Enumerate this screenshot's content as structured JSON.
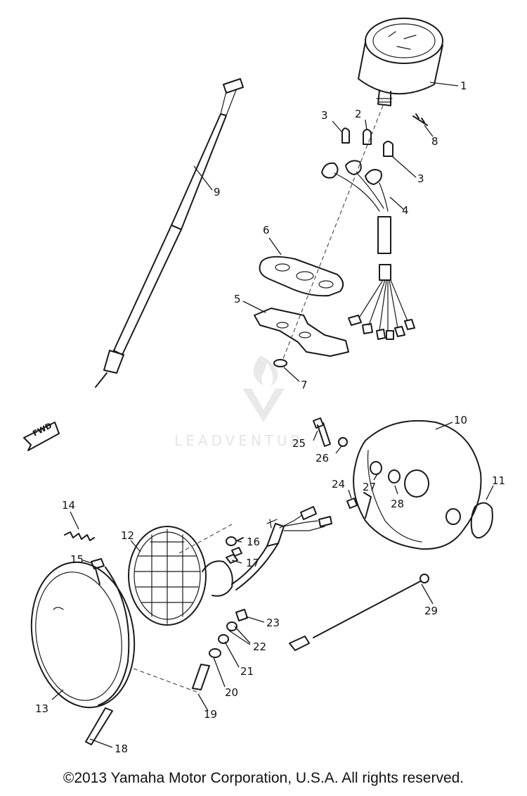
{
  "watermark": {
    "text": "LEADVENTUR"
  },
  "fwd_label": "FWD",
  "callouts": [
    "1",
    "2",
    "3",
    "3",
    "4",
    "5",
    "6",
    "7",
    "8",
    "9",
    "10",
    "11",
    "12",
    "13",
    "14",
    "15",
    "16",
    "17",
    "18",
    "19",
    "20",
    "21",
    "22",
    "23",
    "24",
    "25",
    "26",
    "27",
    "28",
    "29"
  ],
  "copyright": "©2013 Yamaha Motor Corporation, U.S.A. All rights reserved.",
  "colors": {
    "line": "#1a1a1a",
    "watermark": "#cfcfcf",
    "background": "#ffffff"
  }
}
